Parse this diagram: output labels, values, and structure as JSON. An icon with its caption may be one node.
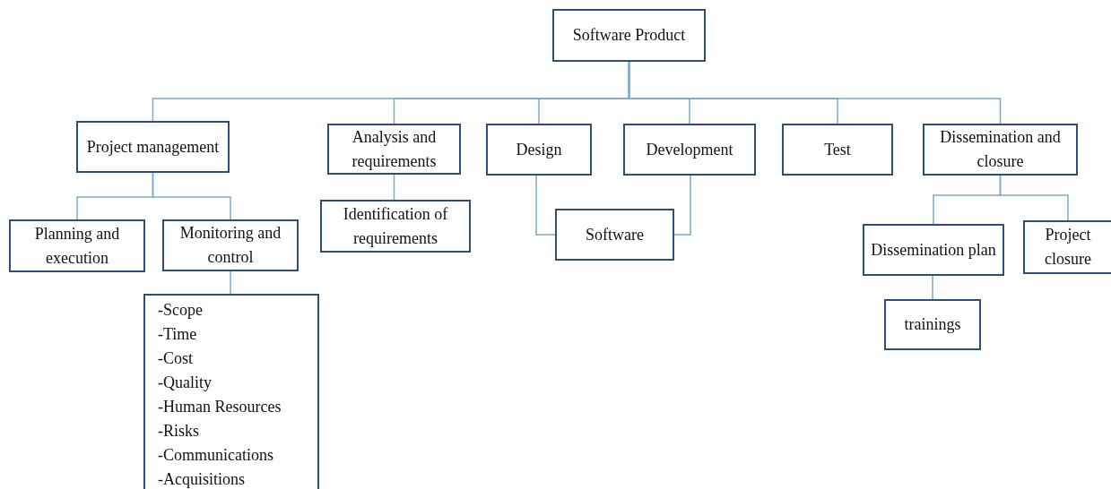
{
  "diagram": {
    "nodes": [
      {
        "text": [
          "Software Product"
        ]
      },
      {
        "text": [
          "Project management"
        ]
      },
      {
        "text": [
          "Analysis and requirements"
        ]
      },
      {
        "text": [
          "Design"
        ]
      },
      {
        "text": [
          "Development"
        ]
      },
      {
        "text": [
          "Test"
        ]
      },
      {
        "text": [
          "Dissemination and closure"
        ]
      },
      {
        "text": [
          "Planning and execution"
        ]
      },
      {
        "text": [
          "Monitoring and control"
        ]
      },
      {
        "text": [
          "-Scope",
          "-Time",
          "-Cost",
          "-Quality",
          "-Human Resources",
          "-Risks",
          "-Communications",
          "-Acquisitions"
        ]
      },
      {
        "text": [
          "Identification of requirements"
        ]
      },
      {
        "text": [
          "Software"
        ]
      },
      {
        "text": [
          "Dissemination plan"
        ]
      },
      {
        "text": [
          "Project closure"
        ]
      },
      {
        "text": [
          "trainings"
        ]
      }
    ],
    "edges": [
      {
        "from": 0,
        "to": 1,
        "arrow": "none"
      },
      {
        "from": 0,
        "to": 2,
        "arrow": "none"
      },
      {
        "from": 0,
        "to": 3,
        "arrow": "none"
      },
      {
        "from": 0,
        "to": 4,
        "arrow": "none"
      },
      {
        "from": 0,
        "to": 5,
        "arrow": "none"
      },
      {
        "from": 0,
        "to": 6,
        "arrow": "none"
      },
      {
        "from": 1,
        "to": 7,
        "arrow": "none"
      },
      {
        "from": 1,
        "to": 8,
        "arrow": "none"
      },
      {
        "from": 8,
        "to": 9,
        "arrow": "none"
      },
      {
        "from": 2,
        "to": 10,
        "arrow": "none"
      },
      {
        "from": 3,
        "to": 11,
        "arrow": "none"
      },
      {
        "from": 4,
        "to": 11,
        "arrow": "none"
      },
      {
        "from": 6,
        "to": 12,
        "arrow": "none"
      },
      {
        "from": 6,
        "to": 13,
        "arrow": "none"
      },
      {
        "from": 12,
        "to": 14,
        "arrow": "none"
      }
    ]
  }
}
